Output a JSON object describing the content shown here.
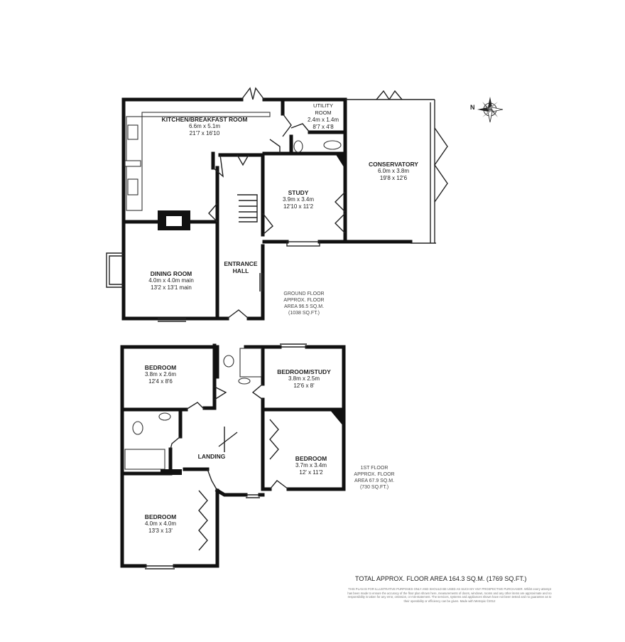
{
  "ground_floor": {
    "rooms": [
      {
        "id": "kitchen",
        "name": "KITCHEN/BREAKFAST ROOM",
        "metric": "6.6m x 5.1m",
        "imperial": "21'7 x 16'10"
      },
      {
        "id": "utility",
        "name": "UTILITY",
        "name2": "ROOM",
        "metric": "2.4m x 1.4m",
        "imperial": "8'7 x 4'8"
      },
      {
        "id": "conservatory",
        "name": "CONSERVATORY",
        "metric": "6.0m x 3.8m",
        "imperial": "19'8 x 12'6"
      },
      {
        "id": "study",
        "name": "STUDY",
        "metric": "3.9m x 3.4m",
        "imperial": "12'10 x 11'2"
      },
      {
        "id": "dining",
        "name": "DINING ROOM",
        "metric": "4.0m x 4.0m main",
        "imperial": "13'2 x 13'1 main"
      },
      {
        "id": "hall",
        "name": "ENTRANCE",
        "name2": "HALL"
      }
    ],
    "area": {
      "line1": "GROUND FLOOR",
      "line2": "APPROX. FLOOR",
      "line3": "AREA 96.5 SQ.M.",
      "line4": "(1038 SQ.FT.)"
    }
  },
  "first_floor": {
    "rooms": [
      {
        "id": "bed1",
        "name": "BEDROOM",
        "metric": "3.8m x 2.6m",
        "imperial": "12'4 x 8'6"
      },
      {
        "id": "bedstudy",
        "name": "BEDROOM/STUDY",
        "metric": "3.8m x 2.5m",
        "imperial": "12'6 x 8'"
      },
      {
        "id": "bed3",
        "name": "BEDROOM",
        "metric": "3.7m x 3.4m",
        "imperial": "12' x 11'2"
      },
      {
        "id": "bed4",
        "name": "BEDROOM",
        "metric": "4.0m x 4.0m",
        "imperial": "13'3 x 13'"
      },
      {
        "id": "landing",
        "name": "LANDING"
      }
    ],
    "area": {
      "line1": "1ST FLOOR",
      "line2": "APPROX. FLOOR",
      "line3": "AREA 67.9 SQ.M.",
      "line4": "(730 SQ.FT.)"
    }
  },
  "total": "TOTAL APPROX. FLOOR AREA 164.3 SQ.M. (1769 SQ.FT.)",
  "disclaimer": "THIS PLAN IS FOR ILLUSTRATIVE PURPOSES ONLY AND SHOULD BE USED AS SUCH BY ANY PROSPECTIVE PURCHASER. Whilst every attempt has been made to ensure the accuracy of the floor plan shown here, measurements of doors, windows, rooms and any other items are approximate and no responsibility is taken for any error, omission, or mis-statement. The services, systems and appliances shown have not been tested and no guarantee as to their operability or efficiency can be given. Made with Metropix ©2012",
  "compass": {
    "label": "N"
  }
}
